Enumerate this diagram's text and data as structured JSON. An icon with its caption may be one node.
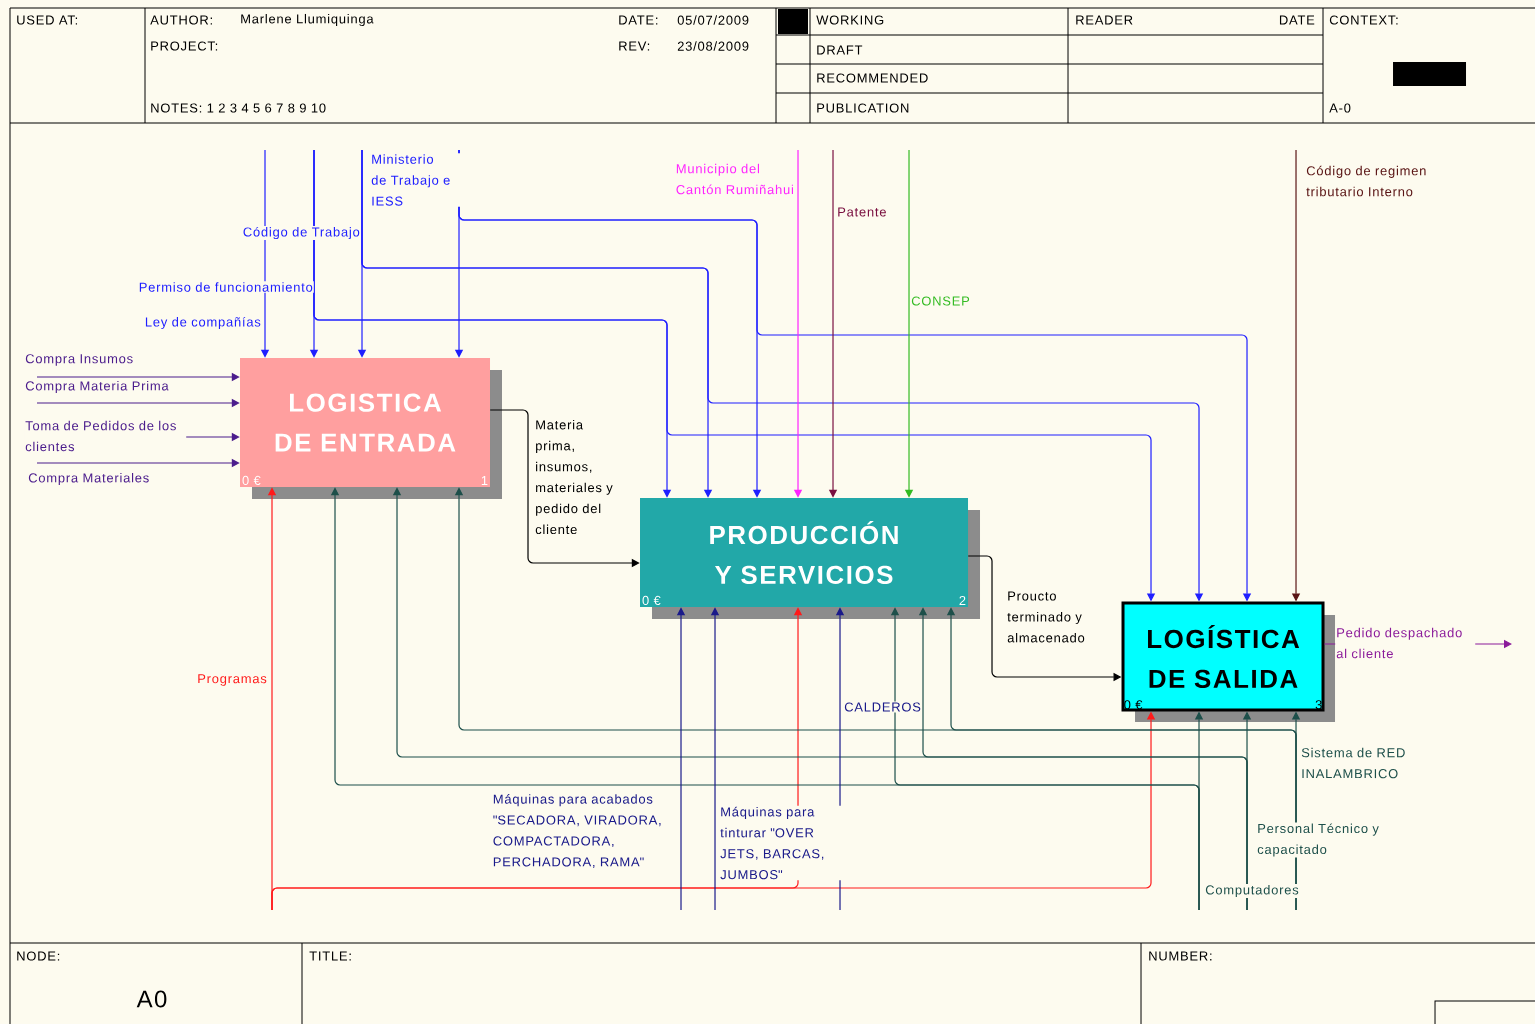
{
  "diagram": {
    "nodes": [
      {
        "text": [
          "LOGISTICA DE ENTRADA",
          "0 €",
          "1"
        ]
      },
      {
        "text": [
          "PRODUCCIÓN Y SERVICIOS",
          "0 €",
          "2"
        ]
      },
      {
        "text": [
          "LOGÍSTICA DE SALIDA",
          "0 €",
          "3"
        ]
      }
    ],
    "edges": [
      {
        "from": null,
        "to": 0,
        "arrow": "to",
        "label": "Compra Insumos",
        "color": "#4b1c8c"
      },
      {
        "from": null,
        "to": 0,
        "arrow": "to",
        "label": "Compra Materia Prima",
        "color": "#4b1c8c"
      },
      {
        "from": null,
        "to": 0,
        "arrow": "to",
        "label": "Toma de Pedidos de los clientes",
        "color": "#4b1c8c"
      },
      {
        "from": null,
        "to": 0,
        "arrow": "to",
        "label": "Compra Materiales",
        "color": "#4b1c8c"
      },
      {
        "from": null,
        "to": 0,
        "arrow": "to",
        "label": "Ley de compañías"
      },
      {
        "from": null,
        "to": 0,
        "arrow": "to",
        "label": "Permiso de funcionamiento"
      },
      {
        "from": null,
        "to": 1,
        "arrow": "to"
      },
      {
        "from": null,
        "to": 2,
        "arrow": "to"
      },
      {
        "from": null,
        "to": 0,
        "arrow": "to",
        "label": "Código de Trabajo"
      },
      {
        "from": null,
        "to": 1,
        "arrow": "to"
      },
      {
        "from": null,
        "to": 2,
        "arrow": "to"
      },
      {
        "from": null,
        "to": 0,
        "arrow": "to",
        "label": "Ministerio de Trabajo e IESS"
      },
      {
        "from": null,
        "to": 1,
        "arrow": "to"
      },
      {
        "from": null,
        "to": 2,
        "arrow": "to"
      },
      {
        "from": null,
        "to": 1,
        "arrow": "to",
        "label": "Municipio del Cantón Rumiñahui",
        "color": "#ff22ff"
      },
      {
        "from": null,
        "to": 1,
        "arrow": "to",
        "label": "Patente",
        "color": "#7a1040"
      },
      {
        "from": null,
        "to": 1,
        "arrow": "to",
        "label": "CONSEP",
        "color": "#33bb22"
      },
      {
        "from": null,
        "to": 2,
        "arrow": "to",
        "label": "Código de regimen tributario Interno",
        "color": "#5a1515"
      },
      {
        "from": 0,
        "to": 1,
        "arrow": "to",
        "label": "Materia prima, insumos, materiales y pedido del cliente",
        "color": "#000000"
      },
      {
        "from": 1,
        "to": 2,
        "arrow": "to",
        "label": "Proucto terminado y almacenado",
        "color": "#000000"
      },
      {
        "from": 2,
        "to": null,
        "arrow": "to",
        "label": "Pedido despachado al cliente",
        "color": "#8b1a9a"
      },
      {
        "from": null,
        "to": 0,
        "arrow": "to",
        "label": "Programas",
        "color": "#ff1a1a"
      },
      {
        "from": null,
        "to": 1,
        "arrow": "to",
        "color": "#ff1a1a"
      },
      {
        "from": null,
        "to": 2,
        "arrow": "to",
        "color": "#ff1a1a"
      },
      {
        "from": null,
        "to": 2,
        "arrow": "to",
        "label": "Computadores",
        "color": "#1d4f4a"
      },
      {
        "from": null,
        "to": 0,
        "arrow": "to",
        "color": "#1d4f4a"
      },
      {
        "from": null,
        "to": 1,
        "arrow": "to",
        "color": "#1d4f4a"
      },
      {
        "from": null,
        "to": 2,
        "arrow": "to",
        "label": "Personal Técnico y capacitado",
        "color": "#1d4f4a"
      },
      {
        "from": null,
        "to": 0,
        "arrow": "to",
        "color": "#1d4f4a"
      },
      {
        "from": null,
        "to": 1,
        "arrow": "to",
        "color": "#1d4f4a"
      },
      {
        "from": null,
        "to": 2,
        "arrow": "to",
        "label": "Sistema de RED INALAMBRICO",
        "color": "#1d4f4a"
      },
      {
        "from": null,
        "to": 0,
        "arrow": "to",
        "color": "#1d4f4a"
      },
      {
        "from": null,
        "to": 1,
        "arrow": "to",
        "color": "#1d4f4a"
      },
      {
        "from": null,
        "to": 1,
        "arrow": "to",
        "label": "Máquinas para acabados \"SECADORA, VIRADORA, COMPACTADORA, PERCHADORA, RAMA\"",
        "color": "#1a1a8a"
      },
      {
        "from": null,
        "to": 1,
        "arrow": "to",
        "label": "Máquinas para tinturar \"OVER JETS, BARCAS, JUMBOS\"",
        "color": "#1a1a8a"
      },
      {
        "from": null,
        "to": 1,
        "arrow": "to",
        "label": "CALDEROS",
        "color": "#1a1a8a"
      }
    ],
    "labels": [
      "USED AT:",
      "AUTHOR:",
      "Marlene Llumiquinga",
      "DATE:",
      "05/07/2009",
      "WORKING",
      "READER",
      "DATE",
      "CONTEXT:",
      "PROJECT:",
      "REV:",
      "23/08/2009",
      "DRAFT",
      "RECOMMENDED",
      "NOTES: 1 2 3 4 5 6 7 8 9 10",
      "PUBLICATION",
      "A-0",
      "NODE:",
      "TITLE:",
      "NUMBER:",
      "A0"
    ]
  }
}
